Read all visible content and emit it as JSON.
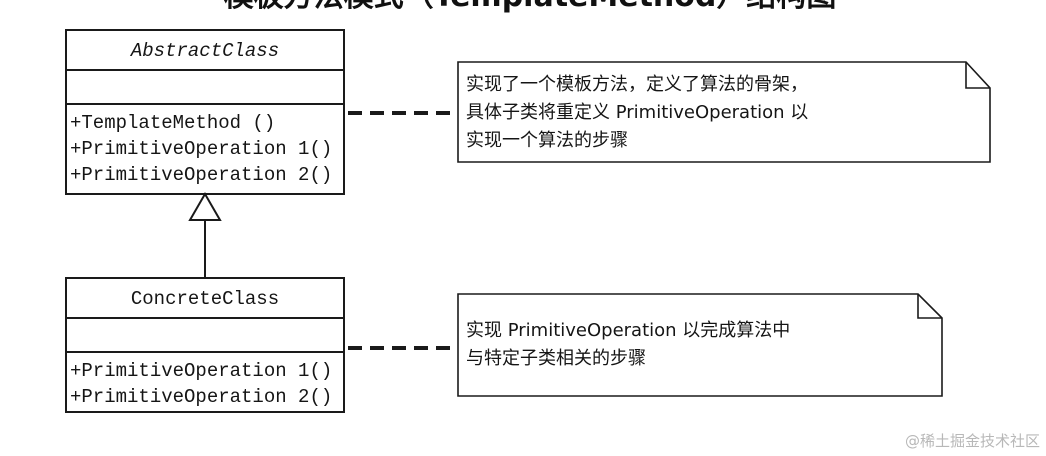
{
  "title": "模板方法模式（TemplateMethod）结构图",
  "abstract_class": {
    "name": "AbstractClass",
    "operations": [
      "+TemplateMethod ()",
      "+PrimitiveOperation 1()",
      "+PrimitiveOperation 2()"
    ]
  },
  "concrete_class": {
    "name": "ConcreteClass",
    "operations": [
      "+PrimitiveOperation 1()",
      "+PrimitiveOperation 2()"
    ]
  },
  "notes": {
    "abstract_note": {
      "lines": [
        "实现了一个模板方法，定义了算法的骨架，",
        "具体子类将重定义 PrimitiveOperation 以",
        "实现一个算法的步骤"
      ]
    },
    "concrete_note": {
      "lines": [
        "实现 PrimitiveOperation 以完成算法中",
        "与特定子类相关的步骤"
      ]
    }
  },
  "watermark": "@稀土掘金技术社区"
}
